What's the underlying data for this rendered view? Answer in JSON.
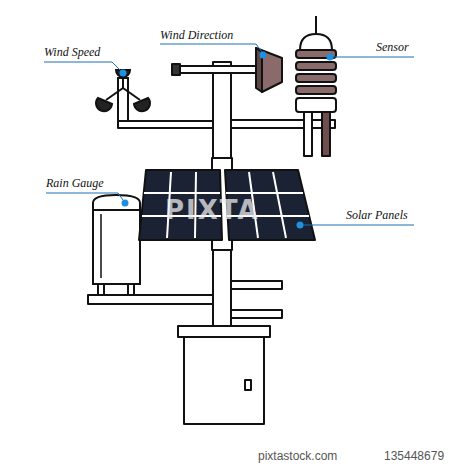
{
  "diagram": {
    "labels": [
      "Wind Speed",
      "Wind Direction",
      "Sensor",
      "Rain Gauge",
      "Solar Panels",
      "PIXTA",
      "pixtastock.com",
      "135448679"
    ]
  }
}
